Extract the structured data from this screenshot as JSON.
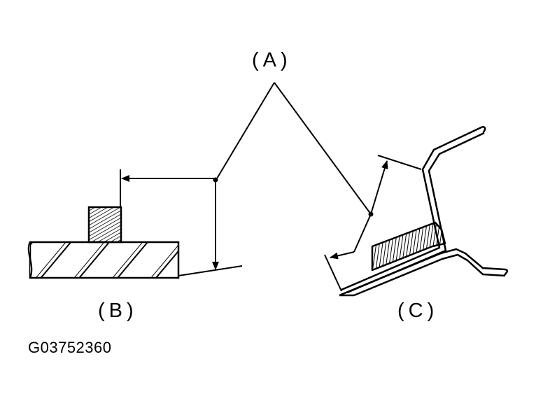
{
  "labels": {
    "a": "(A)",
    "b": "(B)",
    "c": "(C)"
  },
  "figure_code": "G03752360",
  "colors": {
    "ink": "#000000",
    "paper": "#ffffff"
  }
}
